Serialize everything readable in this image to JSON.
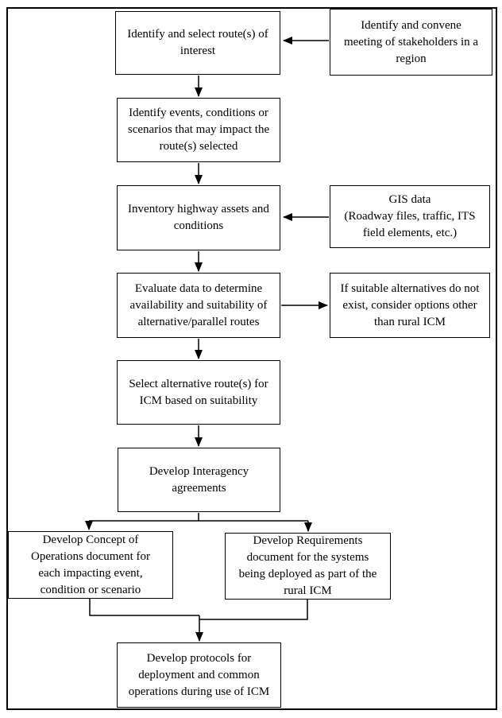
{
  "flowchart": {
    "colors": {
      "line": "#000000",
      "box_border": "#000000",
      "background": "#ffffff",
      "text": "#000000"
    },
    "boxes": [
      {
        "name": "identify-routes",
        "text": "Identify and select route(s) of\ninterest"
      },
      {
        "name": "stakeholders-meeting",
        "text": "Identify and convene\nmeeting of stakeholders in a\nregion"
      },
      {
        "name": "identify-events",
        "text": "Identify events, conditions or\nscenarios that may impact the\nroute(s) selected"
      },
      {
        "name": "inventory-assets",
        "text": "Inventory highway assets and\nconditions"
      },
      {
        "name": "gis-data",
        "text": "GIS data\n(Roadway files, traffic, ITS\nfield elements, etc.)"
      },
      {
        "name": "evaluate-data",
        "text": "Evaluate data to determine\navailability and suitability of\nalternative/parallel routes"
      },
      {
        "name": "no-suitable-alternatives",
        "text": "If suitable alternatives do not\nexist, consider options other\nthan rural ICM"
      },
      {
        "name": "select-alternative-routes",
        "text": "Select alternative route(s) for\nICM based on suitability"
      },
      {
        "name": "interagency-agreements",
        "text": "Develop Interagency\nagreements"
      },
      {
        "name": "concept-of-operations",
        "text": "Develop Concept of\nOperations document for\neach impacting event,\ncondition or scenario"
      },
      {
        "name": "requirements-document",
        "text": "Develop Requirements\ndocument for the systems\nbeing deployed as part of the\nrural ICM"
      },
      {
        "name": "develop-protocols",
        "text": "Develop protocols for\ndeployment and common\noperations during use of ICM"
      }
    ],
    "edges": [
      {
        "from": "stakeholders-meeting",
        "to": "identify-routes"
      },
      {
        "from": "identify-routes",
        "to": "identify-events"
      },
      {
        "from": "identify-events",
        "to": "inventory-assets"
      },
      {
        "from": "gis-data",
        "to": "inventory-assets"
      },
      {
        "from": "inventory-assets",
        "to": "evaluate-data"
      },
      {
        "from": "evaluate-data",
        "to": "no-suitable-alternatives"
      },
      {
        "from": "evaluate-data",
        "to": "select-alternative-routes"
      },
      {
        "from": "select-alternative-routes",
        "to": "interagency-agreements"
      },
      {
        "from": "interagency-agreements",
        "to": "concept-of-operations"
      },
      {
        "from": "interagency-agreements",
        "to": "requirements-document"
      },
      {
        "from": "concept-of-operations",
        "to": "develop-protocols"
      },
      {
        "from": "requirements-document",
        "to": "develop-protocols"
      }
    ]
  }
}
